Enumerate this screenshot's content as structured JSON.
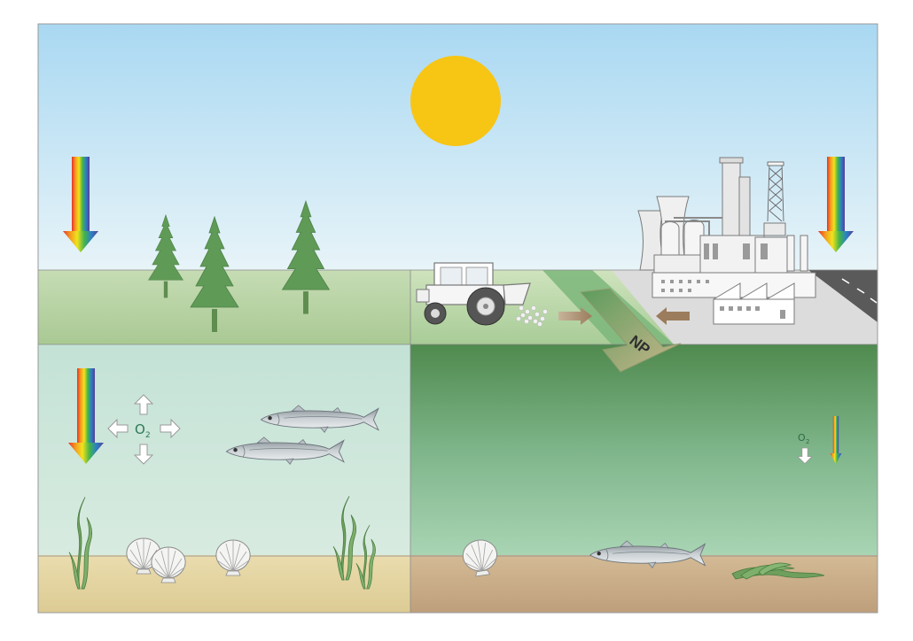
{
  "labels": {
    "oxygen_left": "O",
    "oxygen_left_sub": "2",
    "oxygen_right": "O",
    "oxygen_right_sub": "2",
    "nutrients": "NP"
  },
  "colors": {
    "sky_top": "#a9d8f2",
    "sky_bottom": "#e6f3f8",
    "sun": "#f7c514",
    "land_left": "#b9d4a7",
    "land_right": "#c4dcb0",
    "industry_ground": "#d9d9d9",
    "road": "#5a5a5a",
    "water_clear": "#cfe6dd",
    "water_eutrophic_top": "#4f8a50",
    "water_eutrophic_bottom": "#a3d0ac",
    "seabed_left": "#e6d7a6",
    "seabed_right": "#c9ad8a",
    "tree": "#5e9a56",
    "runoff_arrow": "#a7896b"
  },
  "icons": [
    "sun-icon",
    "rainbow-light-arrow-icon",
    "spruce-tree-icon",
    "tractor-icon",
    "factory-icon",
    "fish-icon",
    "scallop-shell-icon",
    "seagrass-icon",
    "oxygen-arrows-icon"
  ]
}
